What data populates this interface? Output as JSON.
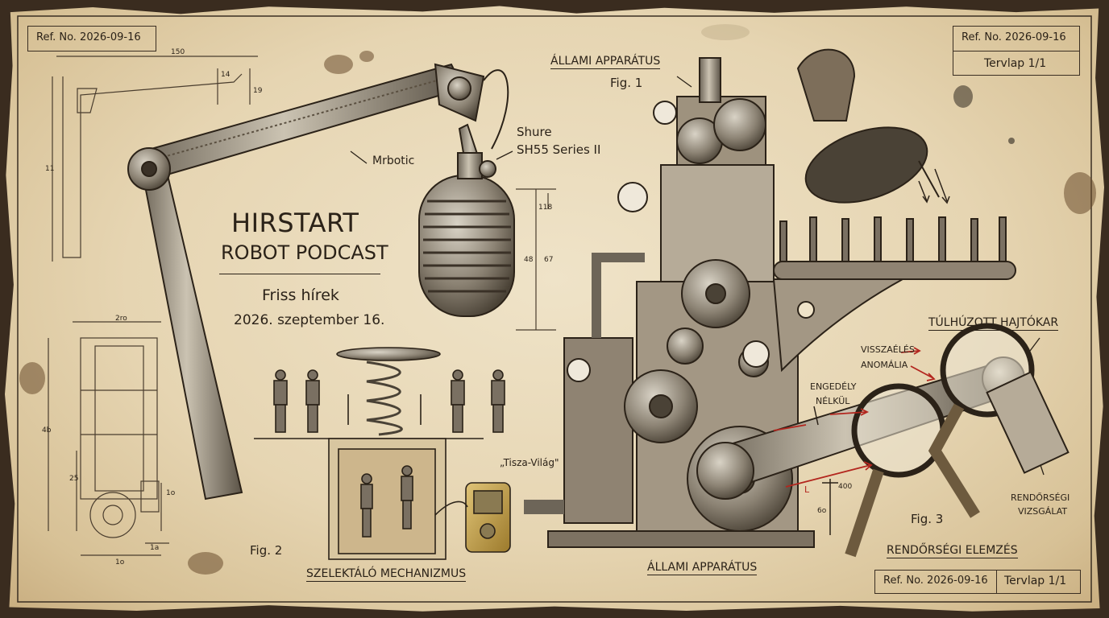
{
  "refs": {
    "top_left": "Ref. No. 2026-09-16",
    "top_right": "Ref. No. 2026-09-16",
    "top_right_sheet": "Tervlap 1/1",
    "bottom_right": "Ref. No. 2026-09-16",
    "bottom_right_sheet": "Tervlap 1/1"
  },
  "title": {
    "line1": "HIRSTART",
    "line2": "ROBOT PODCAST",
    "news": "Friss hírek",
    "date": "2026. szeptember 16."
  },
  "labels": {
    "mrbotic": "Mrbotic",
    "mic_model_1": "Shure",
    "mic_model_2": "SH55 Series II",
    "state_top": "ÁLLAMI APPARÁTUS",
    "fig1": "Fig. 1",
    "fig2": "Fig. 2",
    "fig3": "Fig. 3",
    "tisza": "„Tisza-Világ\"",
    "selector": "SZELEKTÁLÓ MECHANIZMUS",
    "state_bottom": "ÁLLAMI APPARÁTUS",
    "crank": "TÚLHÚZOTT HAJTÓKAR",
    "abuse": "VISSZAÉLÉS",
    "anomaly": "ANOMÁLIA",
    "permit_1": "ENGEDÉLY",
    "permit_2": "NÉLKÜL",
    "police_inv_1": "RENDŐRSÉGI",
    "police_inv_2": "VIZSGÁLAT",
    "police_analysis": "RENDŐRSÉGI ELEMZÉS"
  },
  "dimensions": {
    "d150": "150",
    "d14": "14",
    "d19": "19",
    "d11": "11",
    "d118": "118",
    "d48": "48",
    "d67": "67",
    "d2ro": "2ro",
    "d4b": "4b",
    "d25": "25",
    "d1o": "1o",
    "d1a": "1a",
    "d10": "1o",
    "d400": "400",
    "d60": "6o",
    "dL": "L"
  },
  "colors": {
    "paper": "#e9dab9",
    "ink": "#2b2218",
    "accent_red": "#b3261e",
    "brass": "#b9953f"
  }
}
